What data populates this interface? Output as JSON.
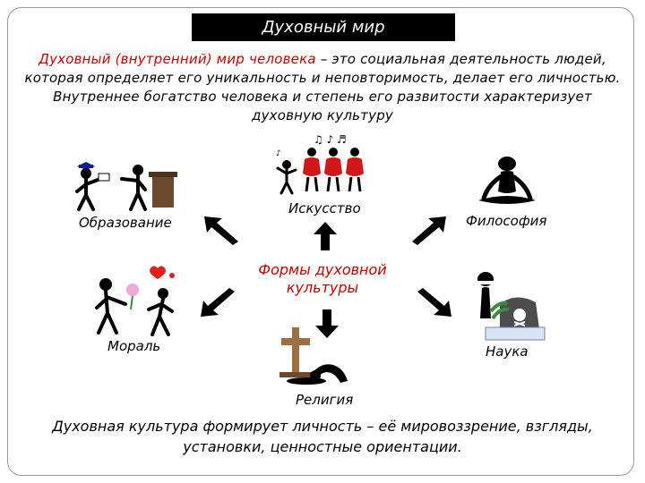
{
  "title": "Духовный мир",
  "intro": {
    "highlight": "Духовный (внутренний) мир человека",
    "rest": " – это социальная деятельность людей, которая определяет его уникальность и неповторимость, делает его личностью. Внутреннее богатство человека и степень его развитости характеризует духовную культуру"
  },
  "center": "Формы духовной культуры",
  "forms": {
    "education": "Образование",
    "art": "Искусство",
    "philosophy": "Философия",
    "morality": "Мораль",
    "science": "Наука",
    "religion": "Религия"
  },
  "conclusion": "Духовная культура формирует личность – её мировоззрение, взгляды, установки, ценностные ориентации.",
  "colors": {
    "accent": "#c00000",
    "title_bg": "#000000",
    "heart": "#e02020",
    "flower": "#f4a8d8",
    "plant": "#3c8c3c"
  }
}
